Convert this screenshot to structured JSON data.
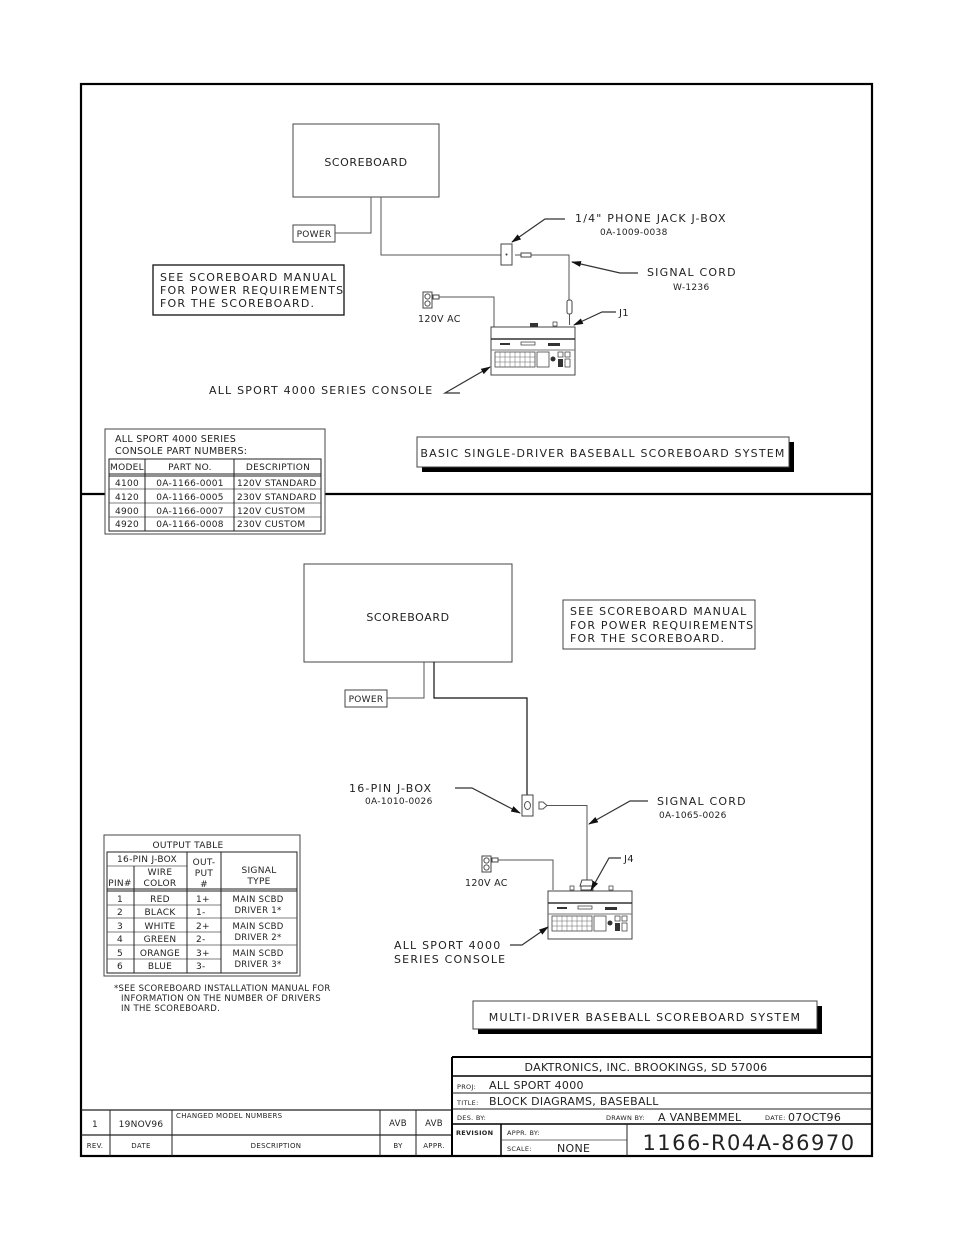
{
  "drawing": {
    "top_diagram": {
      "scoreboard_label": "SCOREBOARD",
      "power_label": "POWER",
      "note_lines": [
        "SEE  SCOREBOARD  MANUAL",
        "FOR  POWER  REQUIREMENTS",
        "FOR  THE  SCOREBOARD."
      ],
      "jbox_label": "1/4\"  PHONE  JACK  J-BOX",
      "jbox_part": "0A-1009-0038",
      "signal_cord_label": "SIGNAL  CORD",
      "signal_cord_part": "W-1236",
      "outlet_label": "120V  AC",
      "connector_label": "J1",
      "console_label": "ALL  SPORT  4000  SERIES  CONSOLE",
      "system_title": "BASIC  SINGLE-DRIVER  BASEBALL  SCOREBOARD  SYSTEM"
    },
    "part_table": {
      "title_lines": [
        "ALL  SPORT  4000  SERIES",
        "CONSOLE  PART  NUMBERS:"
      ],
      "headers": [
        "MODEL",
        "PART  NO.",
        "DESCRIPTION"
      ],
      "rows": [
        [
          "4100",
          "0A-1166-0001",
          "120V  STANDARD"
        ],
        [
          "4120",
          "0A-1166-0005",
          "230V  STANDARD"
        ],
        [
          "4900",
          "0A-1166-0007",
          "120V  CUSTOM"
        ],
        [
          "4920",
          "0A-1166-0008",
          "230V  CUSTOM"
        ]
      ]
    },
    "bottom_diagram": {
      "scoreboard_label": "SCOREBOARD",
      "power_label": "POWER",
      "note_lines": [
        "SEE  SCOREBOARD  MANUAL",
        "FOR  POWER  REQUIREMENTS",
        "FOR  THE  SCOREBOARD."
      ],
      "jbox_label": "16-PIN  J-BOX",
      "jbox_part": "0A-1010-0026",
      "signal_cord_label": "SIGNAL  CORD",
      "signal_cord_part": "0A-1065-0026",
      "outlet_label": "120V  AC",
      "connector_label": "J4",
      "console_label_lines": [
        "ALL  SPORT  4000",
        "SERIES  CONSOLE"
      ],
      "system_title": "MULTI-DRIVER  BASEBALL  SCOREBOARD  SYSTEM"
    },
    "output_table": {
      "title": "OUTPUT  TABLE",
      "group_header": "16-PIN  J-BOX",
      "col_pin": "PIN#",
      "col_wire_lines": [
        "WIRE",
        "COLOR"
      ],
      "col_output_lines": [
        "OUT-",
        "PUT",
        "#"
      ],
      "col_signal_lines": [
        "SIGNAL",
        "TYPE"
      ],
      "rows": [
        {
          "pin": "1",
          "wire": "RED",
          "output": "1+"
        },
        {
          "pin": "2",
          "wire": "BLACK",
          "output": "1-"
        },
        {
          "pin": "3",
          "wire": "WHITE",
          "output": "2+"
        },
        {
          "pin": "4",
          "wire": "GREEN",
          "output": "2-"
        },
        {
          "pin": "5",
          "wire": "ORANGE",
          "output": "3+"
        },
        {
          "pin": "6",
          "wire": "BLUE",
          "output": "3-"
        }
      ],
      "signal_groups": [
        [
          "MAIN  SCBD",
          "DRIVER  1*"
        ],
        [
          "MAIN  SCBD",
          "DRIVER  2*"
        ],
        [
          "MAIN  SCBD",
          "DRIVER  3*"
        ]
      ],
      "footnote_lines": [
        "*SEE  SCOREBOARD  INSTALLATION  MANUAL  FOR",
        "INFORMATION  ON  THE  NUMBER  OF  DRIVERS",
        "IN  THE  SCOREBOARD."
      ]
    },
    "revision_block": {
      "rev": "1",
      "date": "19NOV96",
      "description": "CHANGED  MODEL  NUMBERS",
      "by": "AVB",
      "appr": "AVB",
      "headers": {
        "rev": "REV.",
        "date": "DATE",
        "description": "DESCRIPTION",
        "by": "BY",
        "appr": "APPR."
      }
    },
    "title_block": {
      "company": "DAKTRONICS,  INC.   BROOKINGS,  SD  57006",
      "proj_label": "PROJ:",
      "proj_value": "ALL  SPORT  4000",
      "title_label": "TITLE:",
      "title_value": "BLOCK  DIAGRAMS,  BASEBALL",
      "des_by_label": "DES. BY:",
      "drawn_by_label": "DRAWN  BY:",
      "drawn_by_value": "A  VANBEMMEL",
      "date_label": "DATE:",
      "date_value": "07OCT96",
      "revision_label": "REVISION",
      "appr_by_label": "APPR.  BY:",
      "scale_label": "SCALE:",
      "scale_value": "NONE",
      "drawing_number": "1166-R04A-86970"
    }
  }
}
